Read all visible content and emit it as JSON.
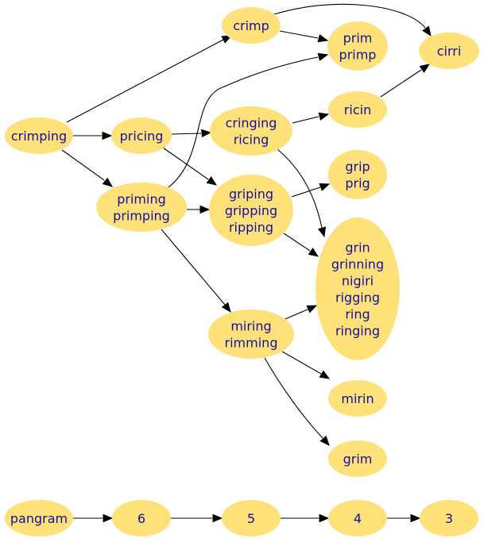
{
  "diagram": {
    "nodes": [
      {
        "id": "crimping",
        "lines": [
          "crimping"
        ]
      },
      {
        "id": "pricing",
        "lines": [
          "pricing"
        ]
      },
      {
        "id": "priming",
        "lines": [
          "priming",
          "primping"
        ]
      },
      {
        "id": "crimp",
        "lines": [
          "crimp"
        ]
      },
      {
        "id": "prim",
        "lines": [
          "prim",
          "primp"
        ]
      },
      {
        "id": "cirri",
        "lines": [
          "cirri"
        ]
      },
      {
        "id": "cringing",
        "lines": [
          "cringing",
          "ricing"
        ]
      },
      {
        "id": "ricin",
        "lines": [
          "ricin"
        ]
      },
      {
        "id": "griping",
        "lines": [
          "griping",
          "gripping",
          "ripping"
        ]
      },
      {
        "id": "grip",
        "lines": [
          "grip",
          "prig"
        ]
      },
      {
        "id": "grin",
        "lines": [
          "grin",
          "grinning",
          "nigiri",
          "rigging",
          "ring",
          "ringing"
        ]
      },
      {
        "id": "miring",
        "lines": [
          "miring",
          "rimming"
        ]
      },
      {
        "id": "mirin",
        "lines": [
          "mirin"
        ]
      },
      {
        "id": "grim",
        "lines": [
          "grim"
        ]
      },
      {
        "id": "pangram",
        "lines": [
          "pangram"
        ]
      },
      {
        "id": "n6",
        "lines": [
          "6"
        ]
      },
      {
        "id": "n5",
        "lines": [
          "5"
        ]
      },
      {
        "id": "n4",
        "lines": [
          "4"
        ]
      },
      {
        "id": "n3",
        "lines": [
          "3"
        ]
      }
    ],
    "edges": [
      {
        "from": "crimping",
        "to": "crimp"
      },
      {
        "from": "crimping",
        "to": "pricing"
      },
      {
        "from": "crimping",
        "to": "priming"
      },
      {
        "from": "crimp",
        "to": "prim"
      },
      {
        "from": "crimp",
        "to": "cirri"
      },
      {
        "from": "priming",
        "to": "prim"
      },
      {
        "from": "priming",
        "to": "griping"
      },
      {
        "from": "priming",
        "to": "miring"
      },
      {
        "from": "pricing",
        "to": "cringing"
      },
      {
        "from": "pricing",
        "to": "griping"
      },
      {
        "from": "cringing",
        "to": "ricin"
      },
      {
        "from": "cringing",
        "to": "grin"
      },
      {
        "from": "ricin",
        "to": "cirri"
      },
      {
        "from": "griping",
        "to": "grip"
      },
      {
        "from": "griping",
        "to": "grin"
      },
      {
        "from": "miring",
        "to": "grin"
      },
      {
        "from": "miring",
        "to": "mirin"
      },
      {
        "from": "miring",
        "to": "grim"
      },
      {
        "from": "pangram",
        "to": "n6"
      },
      {
        "from": "n6",
        "to": "n5"
      },
      {
        "from": "n5",
        "to": "n4"
      },
      {
        "from": "n4",
        "to": "n3"
      }
    ]
  },
  "colors": {
    "node_fill": "#ffe17a",
    "label": "#1010a0",
    "edge": "#000000"
  }
}
